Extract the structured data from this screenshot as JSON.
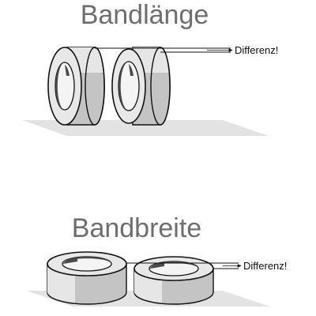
{
  "sections": [
    {
      "title": "Bandlänge",
      "callout": "Differenz!"
    },
    {
      "title": "Bandbreite",
      "callout": "Differenz!"
    }
  ],
  "colors": {
    "heading": "#6e6e6e",
    "tape_light": "#e6e6e6",
    "tape_mid": "#c4c4c4",
    "tape_dark": "#4a4a4a",
    "core": "#f2f2f2",
    "shadow": "#e3e3e3",
    "outline": "#111111"
  }
}
